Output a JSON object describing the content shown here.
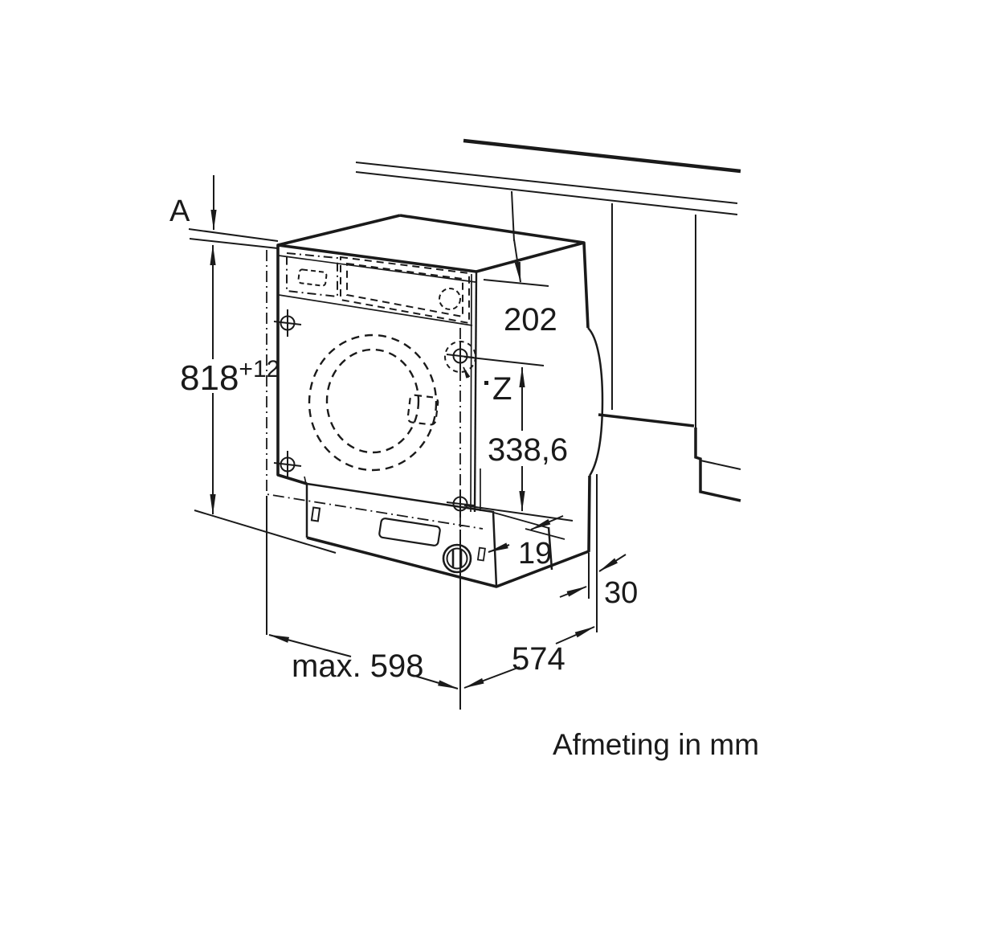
{
  "diagram": {
    "caption": "Afmeting in mm",
    "dimensions": {
      "top_gap": {
        "label": "A"
      },
      "niche_height": {
        "value": "818",
        "tolerance": "+12"
      },
      "top_clearance": {
        "value": "202"
      },
      "hinge_ref": {
        "label": "Z"
      },
      "hinge_offset": {
        "value": "338,6"
      },
      "plinth_recess": {
        "value": "19"
      },
      "rear_gap": {
        "value": "30"
      },
      "depth": {
        "value": "574"
      },
      "niche_width": {
        "value": "max. 598"
      }
    },
    "colors": {
      "line": "#1a1a1a",
      "background": "#ffffff"
    }
  }
}
